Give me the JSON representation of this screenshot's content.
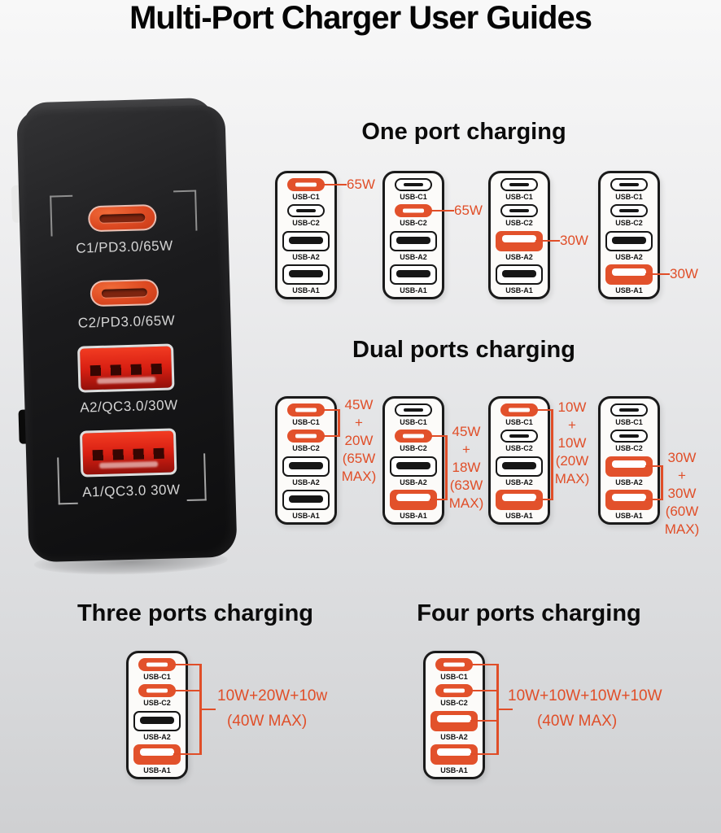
{
  "title": "Multi-Port Charger User Guides",
  "colors": {
    "accent": "#E2512B",
    "wattage_text": "#E04E28",
    "charger_usb_a_red": "#D81F12",
    "background_top": "#F8F8F8",
    "background_bottom": "#CFD0D2"
  },
  "port_names": [
    "USB-C1",
    "USB-C2",
    "USB-A2",
    "USB-A1"
  ],
  "charger_photo": {
    "port_labels": [
      "C1/PD3.0/65W",
      "C2/PD3.0/65W",
      "A2/QC3.0/30W",
      "A1/QC3.0 30W"
    ]
  },
  "sections": {
    "one_port": {
      "heading": "One port charging",
      "diagrams": [
        {
          "active": [
            "USB-C1"
          ],
          "label": "65W"
        },
        {
          "active": [
            "USB-C2"
          ],
          "label": "65W"
        },
        {
          "active": [
            "USB-A2"
          ],
          "label": "30W"
        },
        {
          "active": [
            "USB-A1"
          ],
          "label": "30W"
        }
      ]
    },
    "dual_ports": {
      "heading": "Dual ports charging",
      "diagrams": [
        {
          "active": [
            "USB-C1",
            "USB-C2"
          ],
          "label_lines": [
            "45W",
            "+",
            "20W",
            "(65W",
            "MAX)"
          ]
        },
        {
          "active": [
            "USB-C2",
            "USB-A1"
          ],
          "label_lines": [
            "45W",
            "+",
            "18W",
            "(63W",
            "MAX)"
          ]
        },
        {
          "active": [
            "USB-C1",
            "USB-A1"
          ],
          "label_lines": [
            "10W",
            "+",
            "10W",
            "(20W",
            "MAX)"
          ]
        },
        {
          "active": [
            "USB-A2",
            "USB-A1"
          ],
          "label_lines": [
            "30W",
            "+",
            "30W",
            "(60W",
            "MAX)"
          ]
        }
      ]
    },
    "three_ports": {
      "heading": "Three ports charging",
      "diagram": {
        "active": [
          "USB-C1",
          "USB-C2",
          "USB-A1"
        ],
        "label_lines": [
          "10W+20W+10w",
          "(40W MAX)"
        ]
      }
    },
    "four_ports": {
      "heading": "Four ports charging",
      "diagram": {
        "active": [
          "USB-C1",
          "USB-C2",
          "USB-A2",
          "USB-A1"
        ],
        "label_lines": [
          "10W+10W+10W+10W",
          "(40W MAX)"
        ]
      }
    }
  }
}
